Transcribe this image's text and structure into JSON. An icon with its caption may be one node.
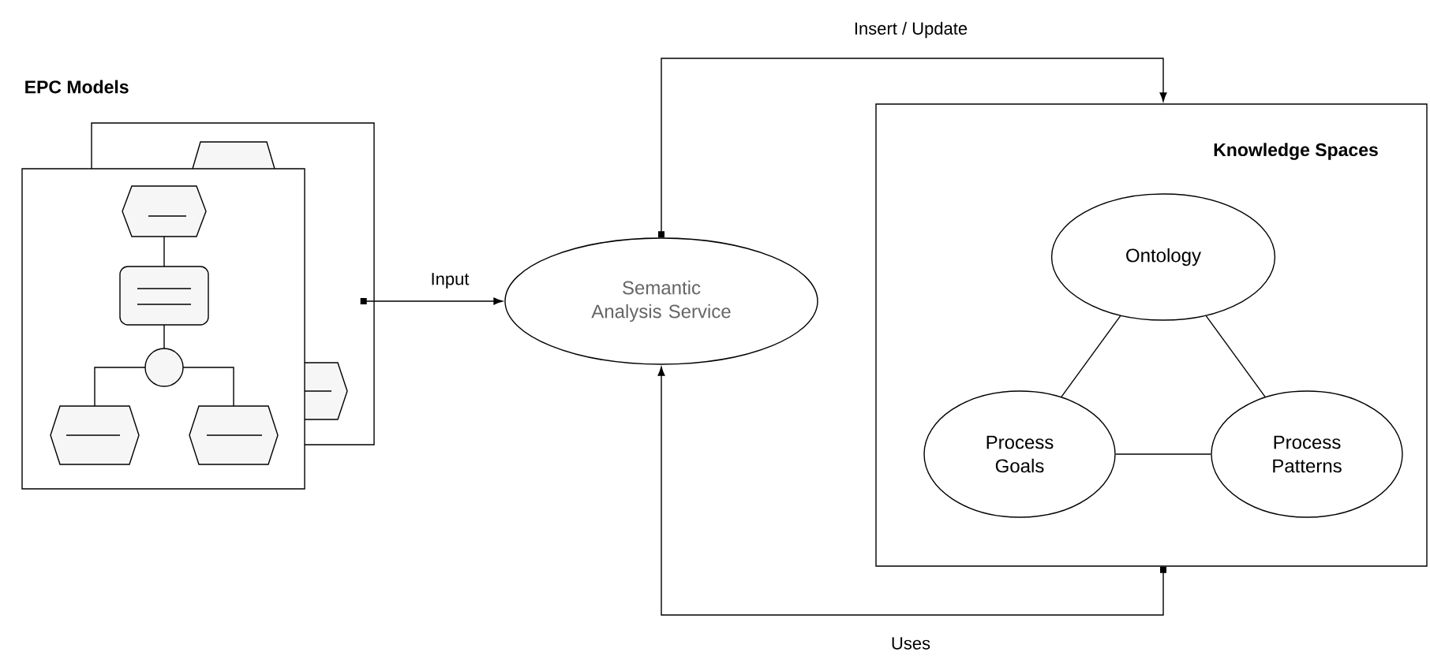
{
  "diagram": {
    "nodes": [
      {
        "text": [
          "EPC Models"
        ]
      },
      {
        "text": [
          "Semantic Analysis Service"
        ]
      },
      {
        "text": [
          "Knowledge Spaces"
        ]
      },
      {
        "text": [
          "Ontology"
        ],
        "in": 2
      },
      {
        "text": [
          "Process Goals"
        ],
        "in": 2
      },
      {
        "text": [
          "Process Patterns"
        ],
        "in": 2
      }
    ],
    "edges": [
      {
        "from": 0,
        "to": 1,
        "arrow": "to",
        "label": "Input"
      },
      {
        "from": 1,
        "to": 2,
        "arrow": "to",
        "label": "Insert / Update"
      },
      {
        "from": 2,
        "to": 1,
        "arrow": "to",
        "label": "Uses"
      },
      {
        "from": 3,
        "to": 4,
        "arrow": "none"
      },
      {
        "from": 3,
        "to": 5,
        "arrow": "none"
      },
      {
        "from": 4,
        "to": 5,
        "arrow": "none"
      }
    ]
  }
}
